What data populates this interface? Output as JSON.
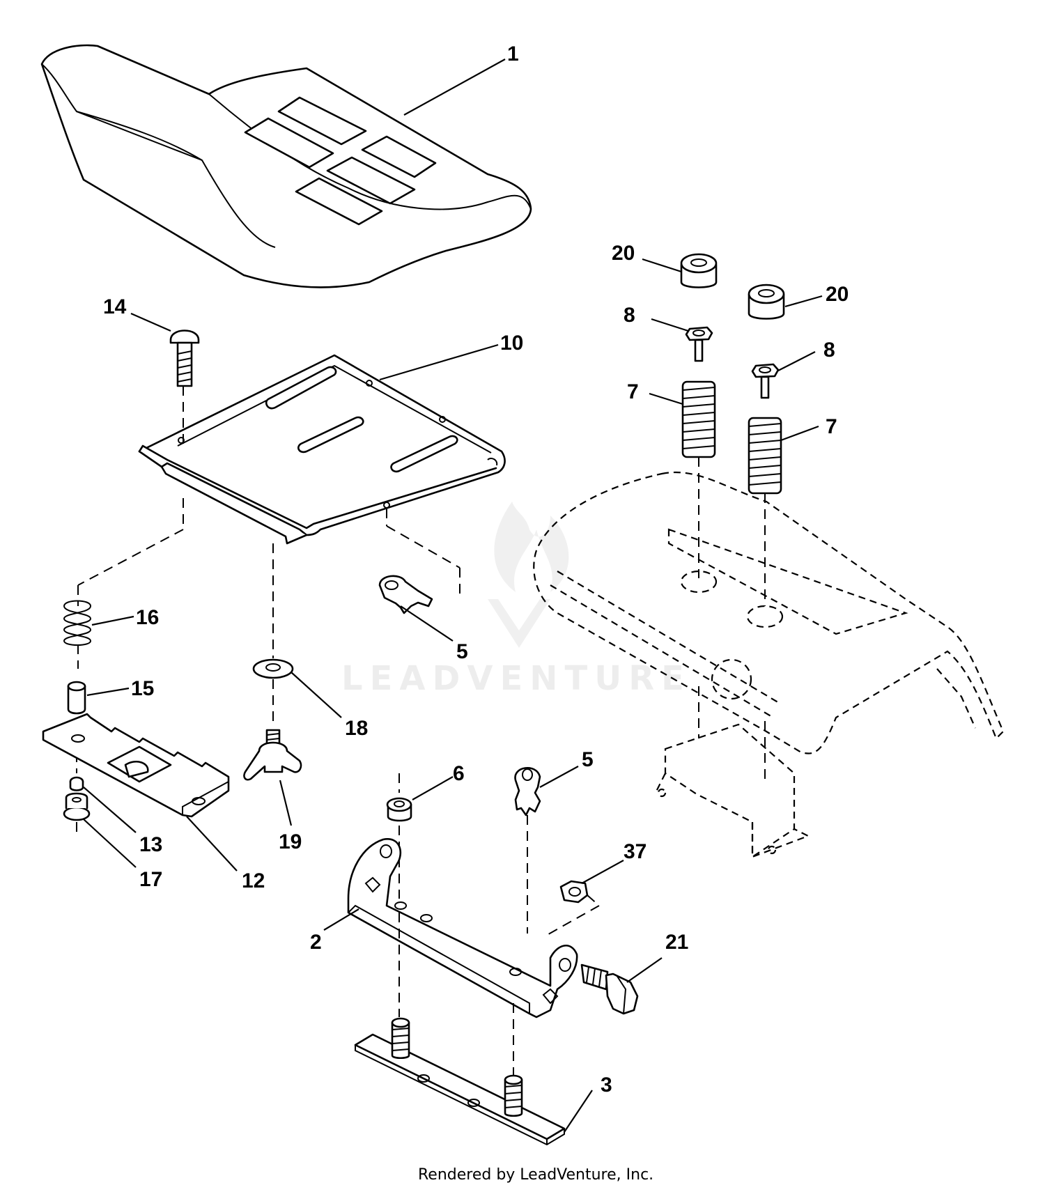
{
  "callouts": {
    "c1": "1",
    "c2": "2",
    "c3": "3",
    "c5a": "5",
    "c5b": "5",
    "c6": "6",
    "c7a": "7",
    "c7b": "7",
    "c8a": "8",
    "c8b": "8",
    "c10": "10",
    "c12": "12",
    "c13": "13",
    "c14": "14",
    "c15": "15",
    "c16": "16",
    "c17": "17",
    "c18": "18",
    "c19": "19",
    "c20a": "20",
    "c20b": "20",
    "c21": "21",
    "c37": "37"
  },
  "watermark": "LEADVENTURE",
  "footer": "Rendered by LeadVenture, Inc.",
  "colors": {
    "line": "#000000",
    "background": "#ffffff"
  }
}
